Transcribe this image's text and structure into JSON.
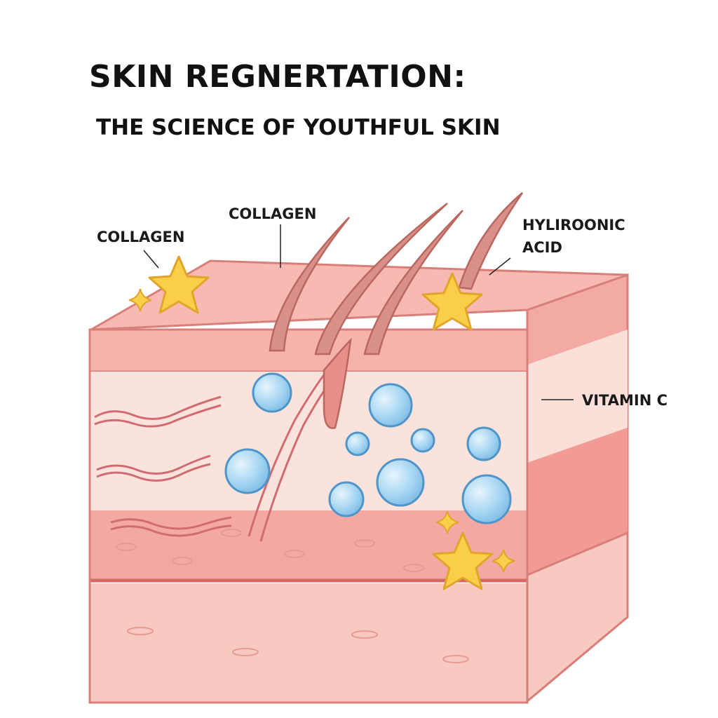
{
  "title": "SKIN REGNERTATION:",
  "subtitle": "THE SCIENCE OF YOUTHFUL SKIN",
  "labels": {
    "collagen_left": "COLLAGEN",
    "collagen_top": "COLLAGEN",
    "hyaluronic_line1": "HYLIROONIC",
    "hyaluronic_line2": "ACID",
    "vitamin_c": "VITAMIN C"
  },
  "colors": {
    "skin_top": "#f6b3ac",
    "skin_mid": "#fbe3dd",
    "dermis": "#f4a8a3",
    "base": "#f8c9c0",
    "outline": "#d97f7a",
    "hair": "#c8786f",
    "bubble": "#a8d6f2",
    "star": "#f9cf4a"
  },
  "icons": [
    "star-icon",
    "sparkle-icon",
    "bubble-icon",
    "hair-strand-icon",
    "collagen-fiber-icon"
  ]
}
